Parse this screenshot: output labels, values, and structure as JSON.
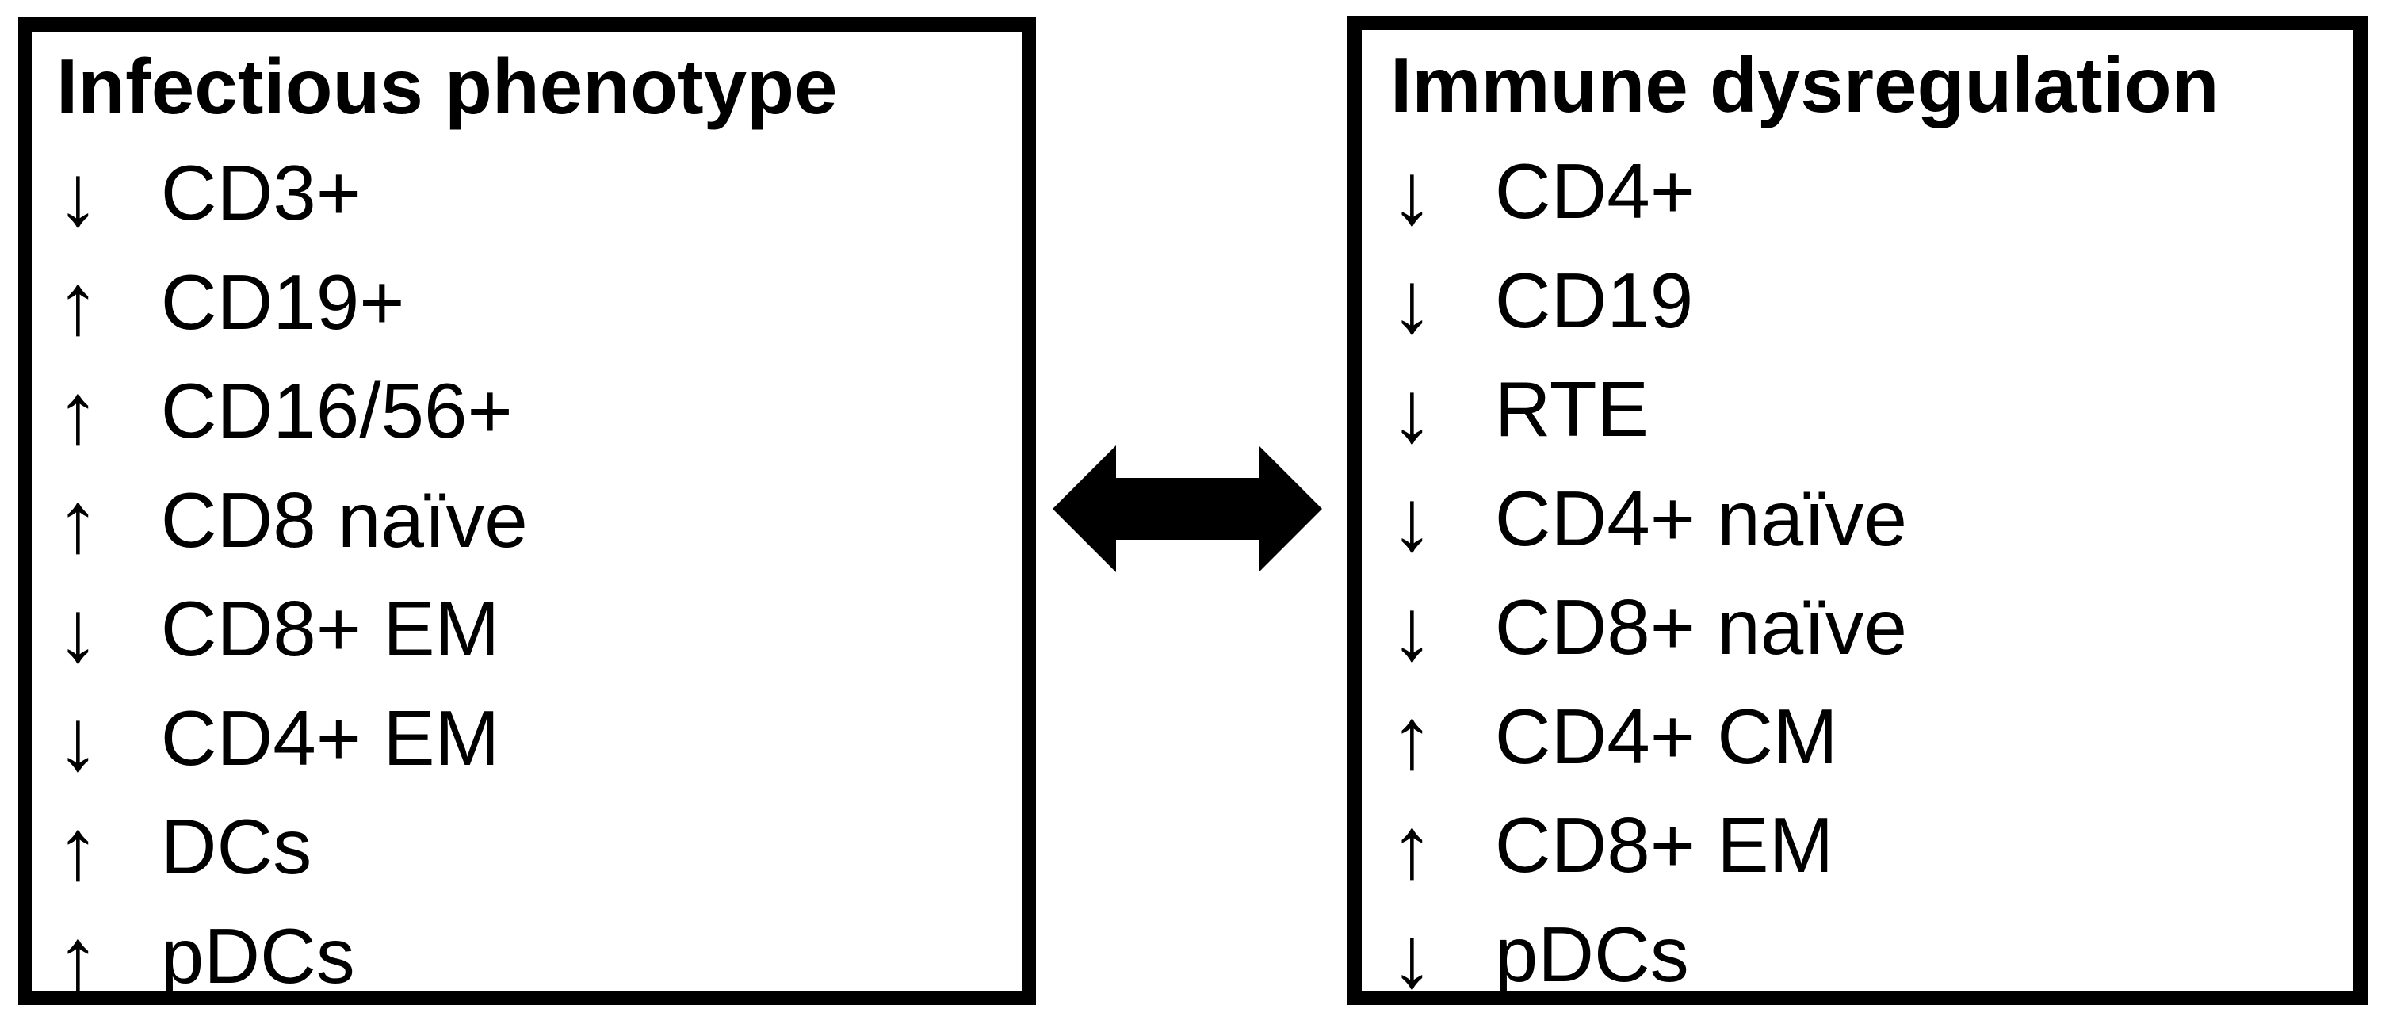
{
  "figure": {
    "colors": {
      "foreground": "#000000",
      "background": "#ffffff"
    },
    "left_box": {
      "title": "Infectious phenotype",
      "items": [
        {
          "direction": "down",
          "arrow": "↓",
          "label": "CD3+"
        },
        {
          "direction": "up",
          "arrow": "↑",
          "label": "CD19+"
        },
        {
          "direction": "up",
          "arrow": "↑",
          "label": "CD16/56+"
        },
        {
          "direction": "up",
          "arrow": "↑",
          "label": "CD8 naïve"
        },
        {
          "direction": "down",
          "arrow": "↓",
          "label": "CD8+ EM"
        },
        {
          "direction": "down",
          "arrow": "↓",
          "label": "CD4+ EM"
        },
        {
          "direction": "up",
          "arrow": "↑",
          "label": "DCs"
        },
        {
          "direction": "up",
          "arrow": "↑",
          "label": "pDCs"
        }
      ]
    },
    "right_box": {
      "title": "Immune dysregulation",
      "items": [
        {
          "direction": "down",
          "arrow": "↓",
          "label": "CD4+"
        },
        {
          "direction": "down",
          "arrow": "↓",
          "label": "CD19"
        },
        {
          "direction": "down",
          "arrow": "↓",
          "label": "RTE"
        },
        {
          "direction": "down",
          "arrow": "↓",
          "label": "CD4+ naïve"
        },
        {
          "direction": "down",
          "arrow": "↓",
          "label": "CD8+ naïve"
        },
        {
          "direction": "up",
          "arrow": "↑",
          "label": "CD4+ CM"
        },
        {
          "direction": "up",
          "arrow": "↑",
          "label": "CD8+ EM"
        },
        {
          "direction": "down",
          "arrow": "↓",
          "label": "pDCs"
        }
      ]
    },
    "connector": {
      "type": "double-headed-arrow",
      "orientation": "horizontal"
    }
  }
}
